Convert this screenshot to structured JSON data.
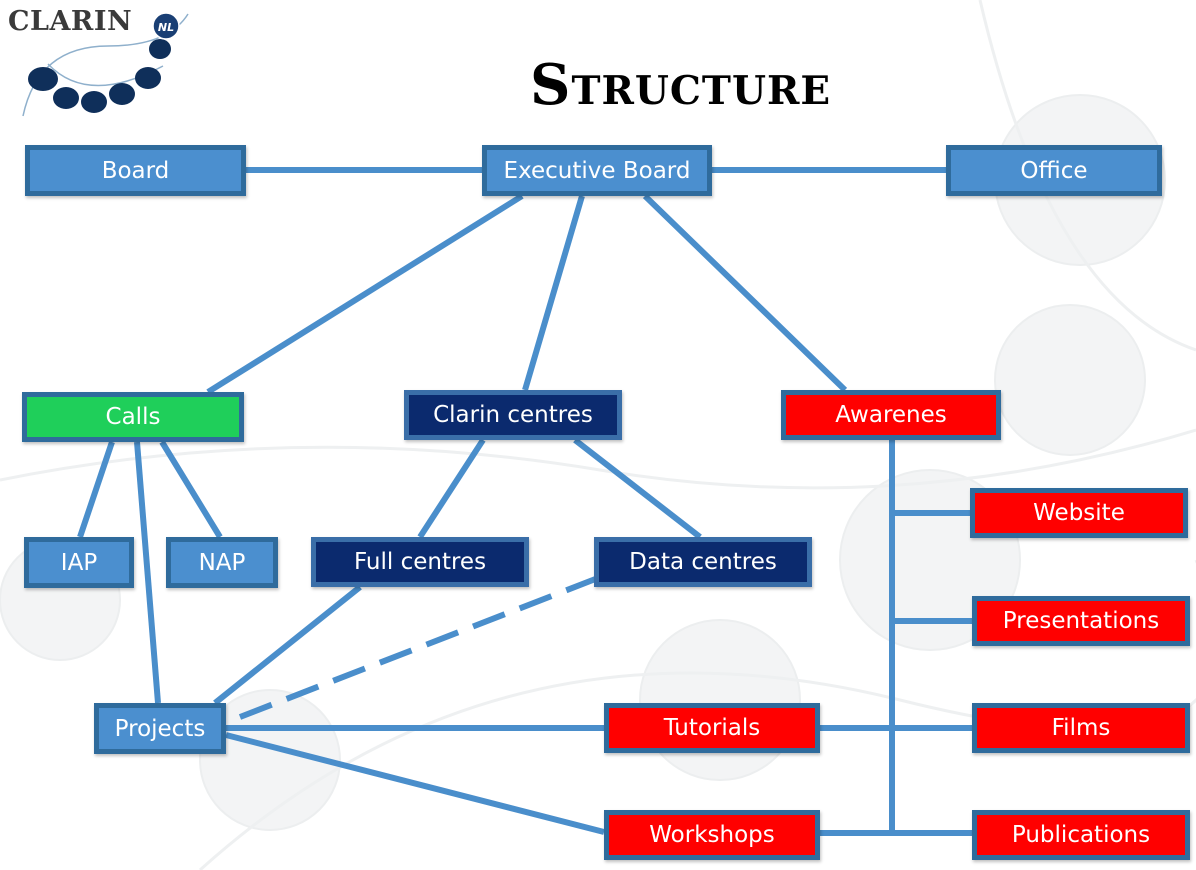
{
  "logo": {
    "text": "CLARIN",
    "badge": "NL"
  },
  "title": "Structure",
  "nodes": {
    "board": "Board",
    "executive_board": "Executive Board",
    "office": "Office",
    "calls": "Calls",
    "clarin_centres": "Clarin centres",
    "awareness": "Awarenes",
    "iap": "IAP",
    "nap": "NAP",
    "full_centres": "Full centres",
    "data_centres": "Data centres",
    "projects": "Projects",
    "tutorials": "Tutorials",
    "workshops": "Workshops",
    "website": "Website",
    "presentations": "Presentations",
    "films": "Films",
    "publications": "Publications"
  },
  "colors": {
    "connector": "#4a8ecb",
    "node_light": "#4b8fcf",
    "node_dark": "#0b2a6e",
    "node_green": "#1fcf5a",
    "node_red": "#ff0000",
    "node_border": "#2f6b9c"
  }
}
